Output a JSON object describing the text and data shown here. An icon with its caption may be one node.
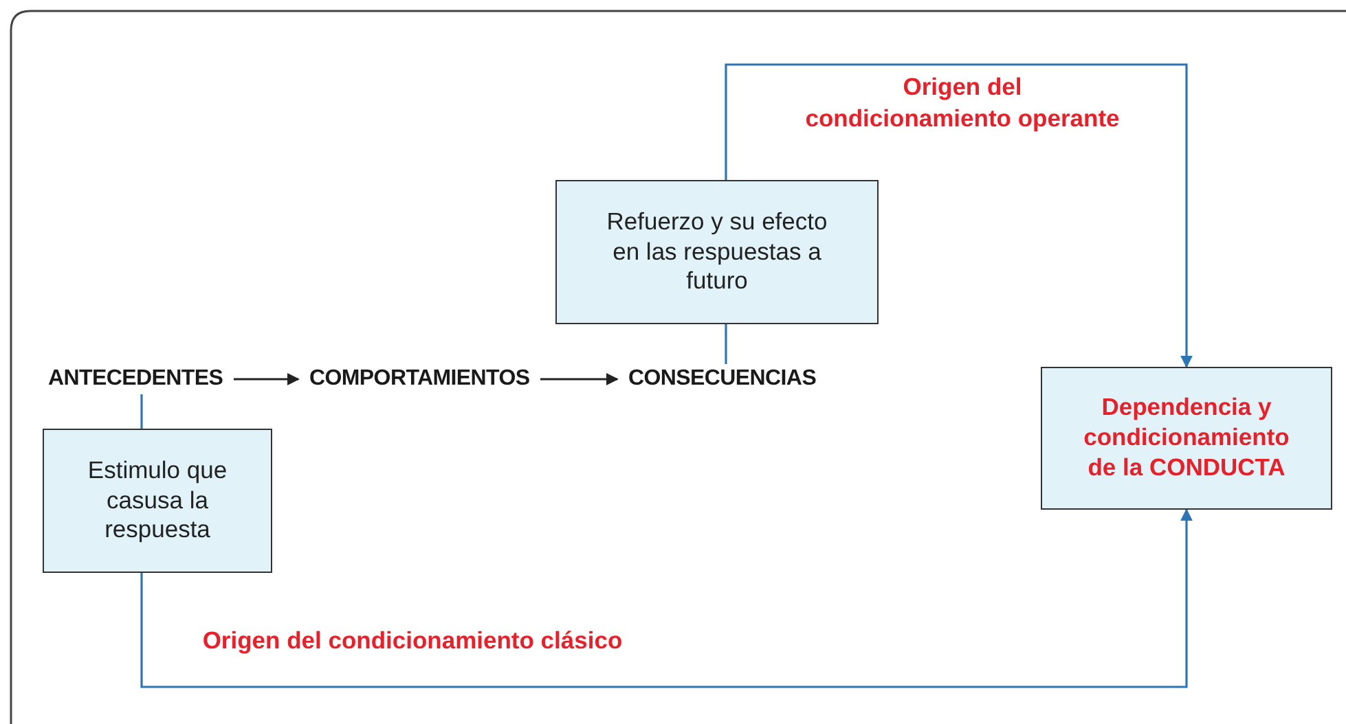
{
  "diagram": {
    "nodes": [
      {
        "text": [
          "ANTECEDENTES"
        ]
      },
      {
        "text": [
          "COMPORTAMIENTOS"
        ]
      },
      {
        "text": [
          "CONSECUENCIAS"
        ]
      },
      {
        "text": [
          "Refuerzo y su efecto en las respuestas a futuro"
        ]
      },
      {
        "text": [
          "Estimulo que casusa la respuesta"
        ]
      },
      {
        "text": [
          "Dependencia y condicionamiento de la CONDUCTA"
        ]
      }
    ],
    "edges": [
      {
        "from": 0,
        "to": 1,
        "arrow": "to",
        "color": "#222222"
      },
      {
        "from": 1,
        "to": 2,
        "arrow": "to",
        "color": "#222222"
      },
      {
        "from": 0,
        "to": 4,
        "arrow": "none"
      },
      {
        "from": 2,
        "to": 3,
        "arrow": "none"
      },
      {
        "from": 3,
        "to": 5,
        "arrow": "to",
        "label": "Origen del condicionamiento operante"
      },
      {
        "from": 4,
        "to": 5,
        "arrow": "to",
        "label": "Origen del condicionamiento clásico"
      }
    ]
  }
}
